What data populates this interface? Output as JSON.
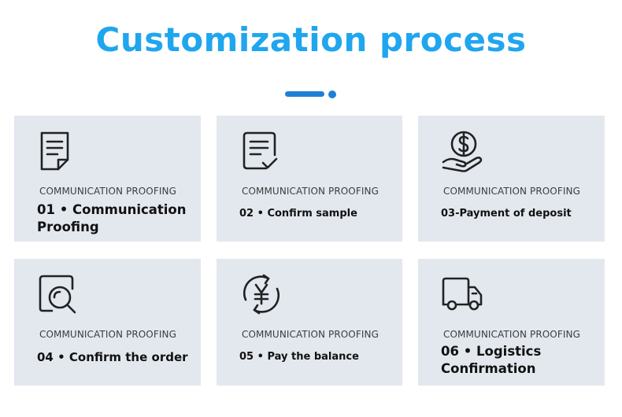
{
  "title": "Customization process",
  "cards": [
    {
      "subtitle": "COMMUNICATION PROOFING",
      "label": "01 • Communication Proofing",
      "icon": "document-icon"
    },
    {
      "subtitle": "COMMUNICATION PROOFING",
      "label": "02 • Confirm sample",
      "icon": "document-check-icon"
    },
    {
      "subtitle": "COMMUNICATION PROOFING",
      "label": "03-Payment of deposit",
      "icon": "dollar-hand-icon"
    },
    {
      "subtitle": "COMMUNICATION PROOFING",
      "label": "04 • Confirm the order",
      "icon": "search-doc-icon"
    },
    {
      "subtitle": "COMMUNICATION PROOFING",
      "label": "05 • Pay the balance",
      "icon": "yen-exchange-icon"
    },
    {
      "subtitle": "COMMUNICATION PROOFING",
      "label": "06 • Logistics Confirmation",
      "icon": "truck-icon"
    }
  ],
  "colors": {
    "title": "#1fa6ee",
    "accent": "#1f7fd6",
    "card_bg": "#e3e8ef",
    "icon": "#222222"
  }
}
